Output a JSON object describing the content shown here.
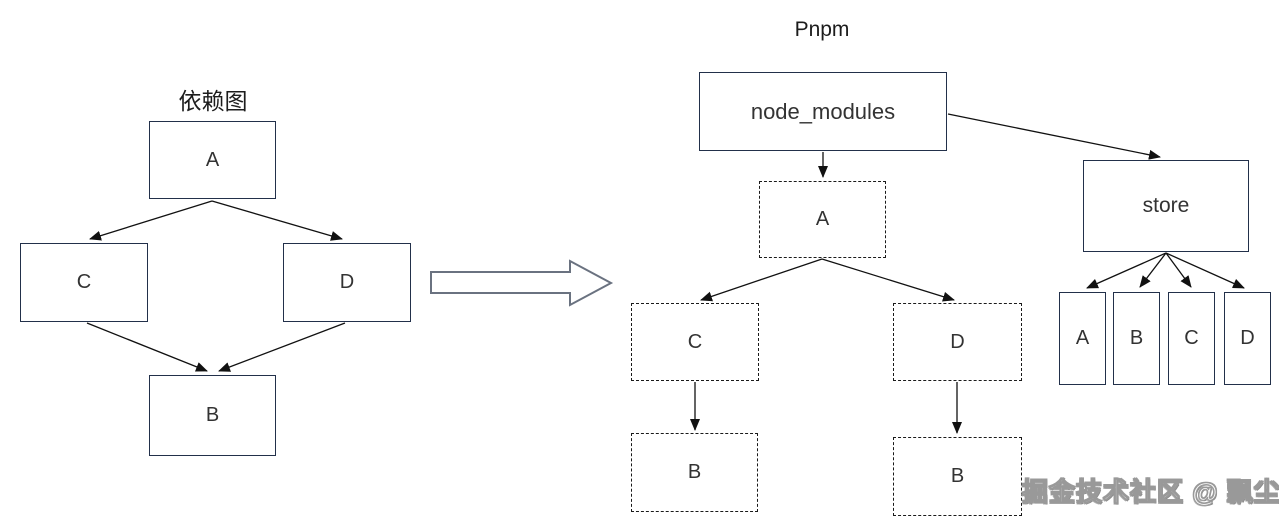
{
  "left": {
    "title": "依赖图",
    "nodes": {
      "a": "A",
      "c": "C",
      "d": "D",
      "b": "B"
    }
  },
  "right": {
    "title": "Pnpm",
    "node_modules_label": "node_modules",
    "store_label": "store",
    "dashed_nodes": {
      "a": "A",
      "c": "C",
      "d": "D",
      "b_left": "B",
      "b_right": "B"
    },
    "store_children": [
      "A",
      "B",
      "C",
      "D"
    ]
  },
  "watermark": "掘金技术社区 @ 飘尘",
  "colors": {
    "background": "#ffffff",
    "solid_box_border": "#22304a",
    "dashed_box_border": "#1a1a1a",
    "arrow": "#111111",
    "big_arrow_border": "#6a7280",
    "text": "#333333",
    "watermark_fill": "#ffffff",
    "watermark_outline": "#999999"
  }
}
